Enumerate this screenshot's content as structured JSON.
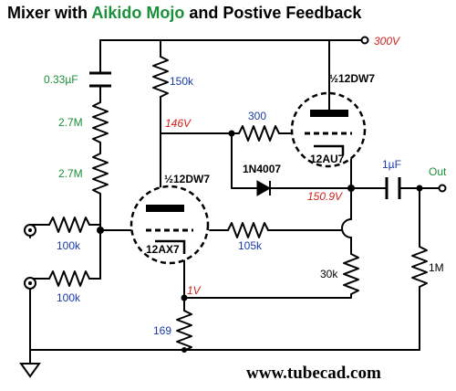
{
  "title": {
    "part1": "Mixer with ",
    "highlight": "Aikido Mojo",
    "part2": " and Postive Feedback"
  },
  "colors": {
    "highlight": "#1a8f3a",
    "voltage": "#d0201a",
    "value": "#1a3aa8",
    "wire": "#000000"
  },
  "components": {
    "supply": "300V",
    "cap_top": "0.33µF",
    "res_27a": "2.7M",
    "res_27b": "2.7M",
    "res_150k": "150k",
    "node_146": "146V",
    "res_300": "300",
    "tube_top": "½12DW7",
    "tube_top_type": "12AU7",
    "diode": "1N4007",
    "node_1509": "150.9V",
    "cap_out": "1µF",
    "out": "Out",
    "tube_bottom": "½12DW7",
    "tube_bottom_type": "12AX7",
    "res_105k": "105k",
    "res_in1": "100k",
    "res_in2": "100k",
    "res_30k": "30k",
    "res_1m": "1M",
    "node_1v": "1V",
    "res_169": "169"
  },
  "footer": {
    "url": "www.tubecad.com"
  }
}
